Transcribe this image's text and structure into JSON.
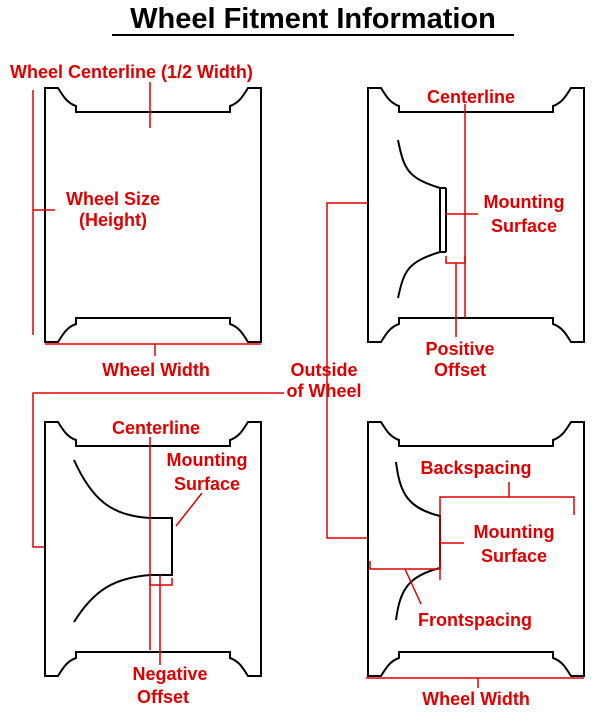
{
  "title": "Wheel Fitment Information",
  "colors": {
    "label": "#e00000",
    "line": "#000000",
    "background": "#ffffff"
  },
  "labels": {
    "centerline_half_width": "Wheel Centerline (1/2 Width)",
    "wheel_size_1": "Wheel Size",
    "wheel_size_2": "(Height)",
    "wheel_width_left": "Wheel Width",
    "centerline_top_right": "Centerline",
    "mounting_top_right_1": "Mounting",
    "mounting_top_right_2": "Surface",
    "positive_offset_1": "Positive",
    "positive_offset_2": "Offset",
    "outside_of_wheel_1": "Outside",
    "outside_of_wheel_2": "of Wheel",
    "centerline_bottom_left": "Centerline",
    "mounting_bottom_left_1": "Mounting",
    "mounting_bottom_left_2": "Surface",
    "negative_offset_1": "Negative",
    "negative_offset_2": "Offset",
    "backspacing": "Backspacing",
    "mounting_bottom_right_1": "Mounting",
    "mounting_bottom_right_2": "Surface",
    "frontspacing": "Frontspacing",
    "wheel_width_right": "Wheel Width"
  }
}
